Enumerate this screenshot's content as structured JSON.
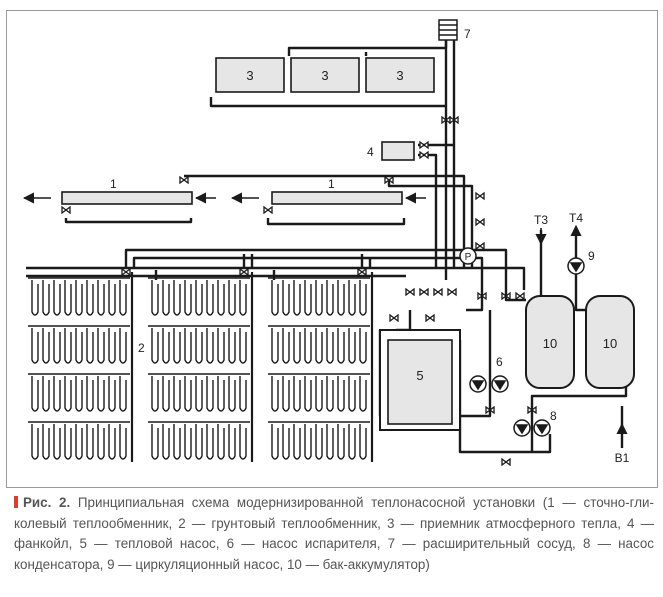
{
  "diagram": {
    "labels": {
      "atmos_receiver": "3",
      "expansion_vessel": "7",
      "fan_coil": "4",
      "flow_heat_exchanger": "1",
      "ground_heat_exchanger": "2",
      "heat_pump": "5",
      "evaporator_pump": "6",
      "condenser_pump": "8",
      "circulation_pump": "9",
      "storage_tank": "10",
      "pressure_gauge": "P",
      "t3": "Т3",
      "t4": "Т4",
      "b1": "В1"
    }
  },
  "caption": {
    "label": "Рис. 2.",
    "text": " Принципиальная схема модернизированной теплонасосной установки (1 — сточно-гли-колевый теплообменник, 2 — грунтовый теплообменник, 3 — приемник атмосферного тепла, 4 — фанкойл, 5 — тепловой насос, 6 — насос испарителя, 7 — расширительный сосуд, 8 — насос конденсатора, 9 — циркуляционный насос, 10 — бак-аккумулятор)"
  },
  "colors": {
    "line": "#1a1a1a",
    "box_fill": "#e6e6e6",
    "frame": "#9a9a9a",
    "caption_marker": "#e03c31",
    "caption_text": "#555555"
  }
}
